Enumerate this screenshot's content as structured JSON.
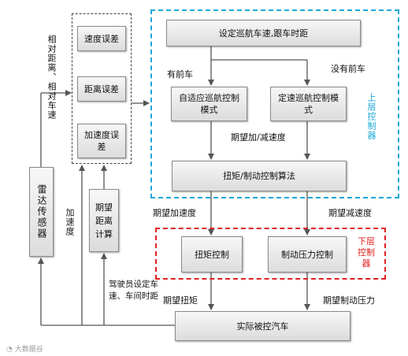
{
  "regions": {
    "error_group": {
      "items": [
        "速度误差",
        "距离误差",
        "加速度误差"
      ]
    },
    "upper": {
      "label": "上层控制器",
      "color": "#1aa7d8"
    },
    "lower": {
      "label": "下层控制器",
      "color": "#e02020"
    }
  },
  "nodes": {
    "set_speed": "设定巡航车速,跟车时距",
    "adaptive": "自适应巡航控制模式",
    "constant": "定速巡航控制模式",
    "algorithm": "扭矩/制动控制算法",
    "torque_ctrl": "扭矩控制",
    "brake_ctrl": "制动压力控制",
    "vehicle": "实际被控汽车",
    "radar": "雷达传感器",
    "desired_dist": "期望距离计算"
  },
  "labels": {
    "has_front": "有前车",
    "no_front": "没有前车",
    "desired_acc_dec": "期望加/减速度",
    "desired_acc": "期望加速度",
    "desired_dec": "期望减速度",
    "desired_torque": "期望扭矩",
    "desired_brake": "期望制动压力",
    "relative": "相对距离、相对车速",
    "acceleration": "加速度",
    "driver_set": "驾驶员设定车速、车间时距"
  },
  "watermark": "大数据谷"
}
